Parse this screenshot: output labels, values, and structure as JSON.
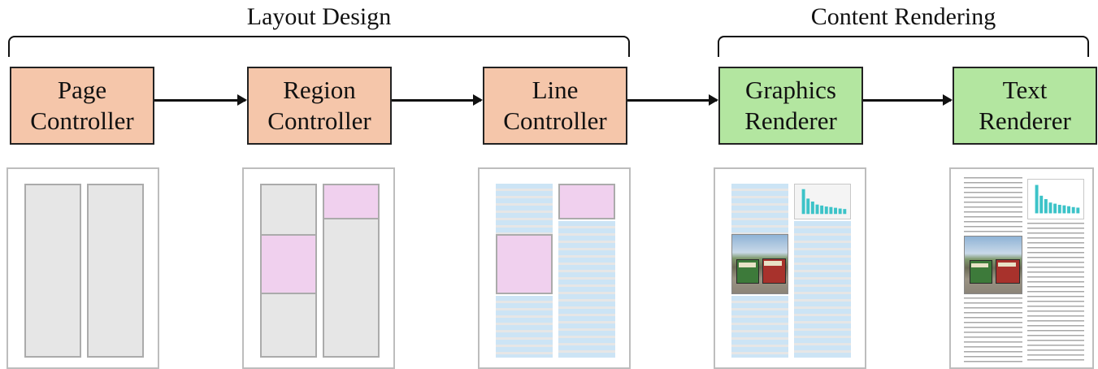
{
  "headings": {
    "layout_design": "Layout Design",
    "content_rendering": "Content Rendering"
  },
  "stages": [
    {
      "line1": "Page",
      "line2": "Controller",
      "group": "layout"
    },
    {
      "line1": "Region",
      "line2": "Controller",
      "group": "layout"
    },
    {
      "line1": "Line",
      "line2": "Controller",
      "group": "layout"
    },
    {
      "line1": "Graphics",
      "line2": "Renderer",
      "group": "rendering"
    },
    {
      "line1": "Text",
      "line2": "Renderer",
      "group": "rendering"
    }
  ],
  "colors": {
    "layout_box": "#f5c6aa",
    "render_box": "#b3e6a0",
    "column": "#e6e6e6",
    "region": "#f0d0ee",
    "text_line": "#cce4f5",
    "bar": "#3cc3c8"
  },
  "chart_bars": [
    1.0,
    0.62,
    0.5,
    0.38,
    0.34,
    0.3,
    0.28,
    0.25,
    0.22,
    0.2
  ]
}
